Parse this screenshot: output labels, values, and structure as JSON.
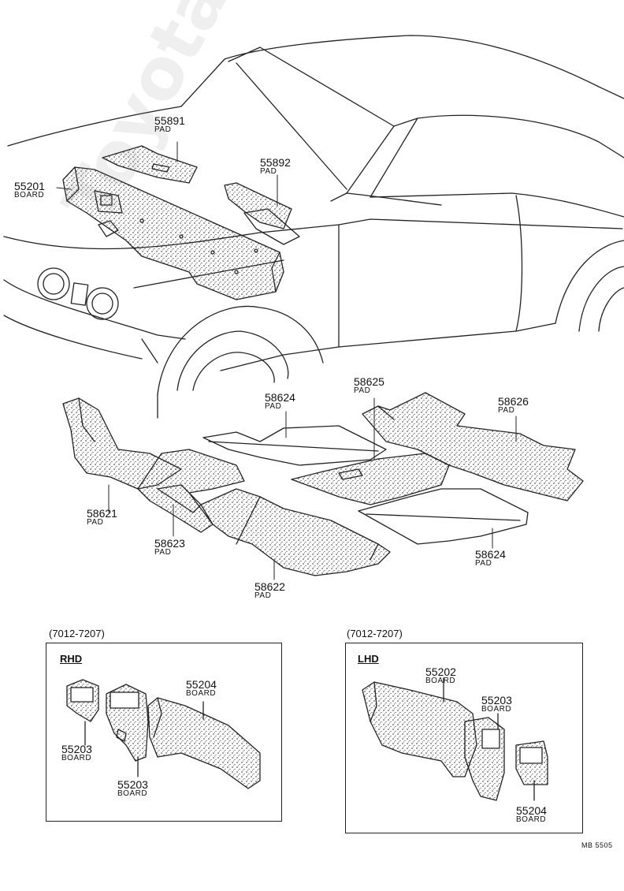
{
  "watermark": "ToyotaPartMine.ru",
  "labels": {
    "p55891": {
      "num": "55891",
      "name": "PAD"
    },
    "p55892": {
      "num": "55892",
      "name": "PAD"
    },
    "p55201": {
      "num": "55201",
      "name": "BOARD"
    },
    "p58624a": {
      "num": "58624",
      "name": "PAD"
    },
    "p58625": {
      "num": "58625",
      "name": "PAD"
    },
    "p58626": {
      "num": "58626",
      "name": "PAD"
    },
    "p58621": {
      "num": "58621",
      "name": "PAD"
    },
    "p58623": {
      "num": "58623",
      "name": "PAD"
    },
    "p58622": {
      "num": "58622",
      "name": "PAD"
    },
    "p58624b": {
      "num": "58624",
      "name": "PAD"
    }
  },
  "rhd_box": {
    "code": "(7012-7207)",
    "header": "RHD",
    "p55204": {
      "num": "55204",
      "name": "BOARD"
    },
    "p55203a": {
      "num": "55203",
      "name": "BOARD"
    },
    "p55203b": {
      "num": "55203",
      "name": "BOARD"
    }
  },
  "lhd_box": {
    "code": "(7012-7207)",
    "header": "LHD",
    "p55202": {
      "num": "55202",
      "name": "BOARD"
    },
    "p55203": {
      "num": "55203",
      "name": "BOARD"
    },
    "p55204": {
      "num": "55204",
      "name": "BOARD"
    }
  },
  "footer_code": "MB 5505"
}
